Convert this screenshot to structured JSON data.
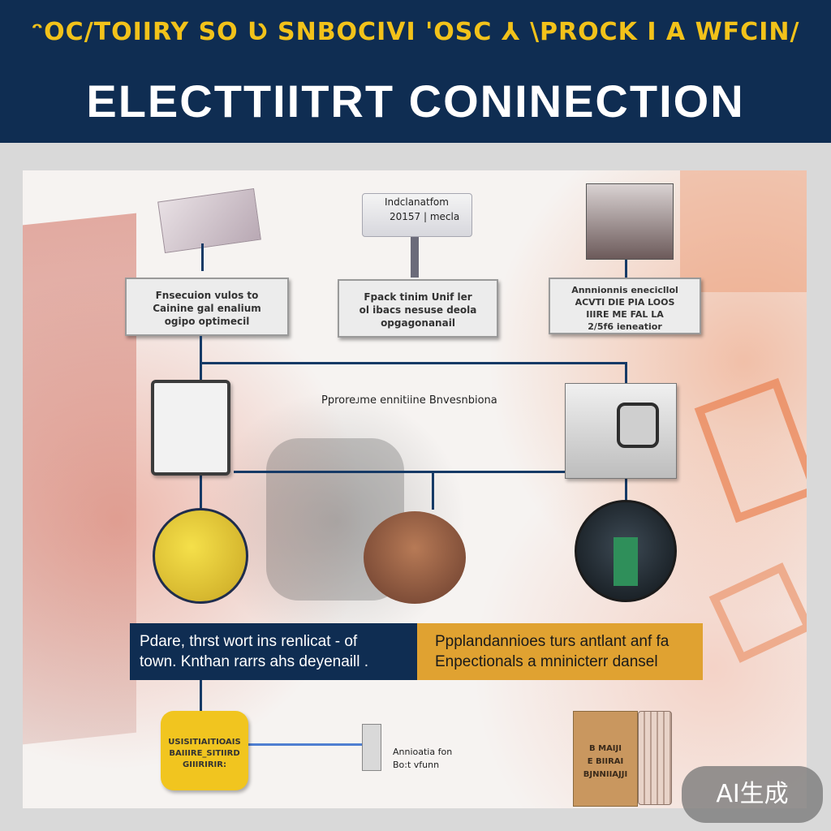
{
  "header": {
    "top_text": "ᵔOC/TOIIRY SO Ʋ SNBOCIVI 'OSC ⅄ \\PROCK I A WFCIN/",
    "main_title": "ELECTTIITRT CONINECTION"
  },
  "nodes": {
    "top_center_label_line1": "Indclanatfom",
    "top_center_label_line2": "20157 | mecla",
    "card_left": [
      "Fnsecuion vulos to",
      "Cainine gal enalium",
      "ogipo optimecil"
    ],
    "card_center": [
      "Fpack tinim Unif ler",
      "ol ibacs nesuse deola",
      "opgagonanail"
    ],
    "card_right": [
      "Annnionnis enecicllol",
      "ACVTI DIE PIA LOOS",
      "IIIRE ME FAL LA",
      "2/5f6 ieneatior"
    ],
    "middle_label": "Pproreᴊme ennitiine Bnvesnbiona",
    "bottom_center_label_line1": "Annioatia fon",
    "bottom_center_label_line2": "Bo:t vfunn",
    "yellow_box": [
      "USISITIAITIOAIS",
      "BAIIIRE_SITIIRD",
      "GIIIRIRIR:"
    ],
    "brown_box": [
      "B MAIJI",
      "E BIIRAI",
      "BJNNIIAJJI"
    ]
  },
  "banners": {
    "left_line1": "Pdare, thrst wort ins renlicat - of",
    "left_line2": "town. Knthan rarrs ahs deyenaill .",
    "right_line1": "Ppplandannioes turs antlant anf fa",
    "right_line2": "Enpectionals a mninicterr dansel"
  },
  "badge": {
    "text": "AI生成"
  },
  "colors": {
    "navy": "#0f2d52",
    "gold": "#f2c21a",
    "orange": "#e0a231"
  }
}
